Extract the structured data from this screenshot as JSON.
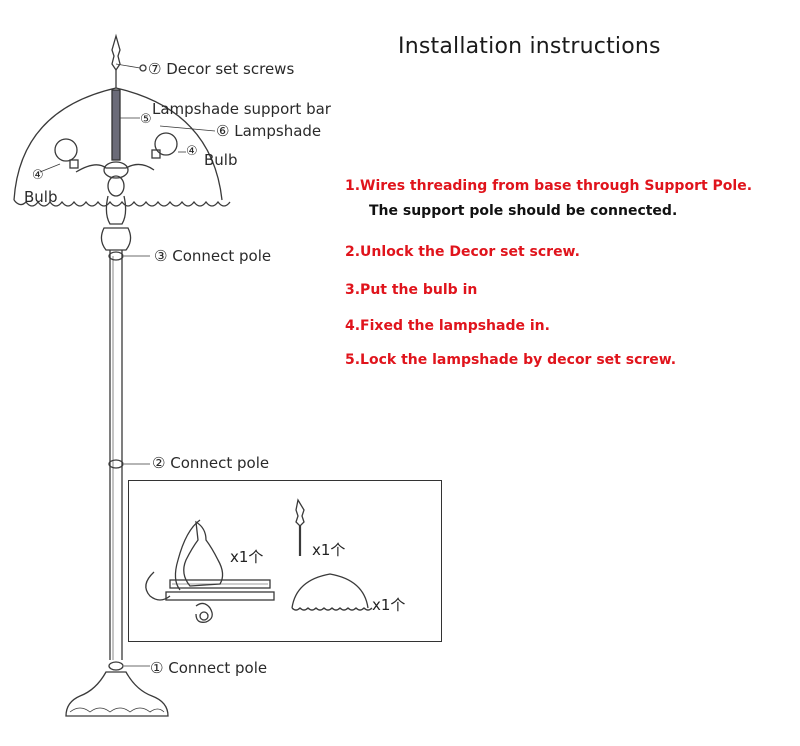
{
  "title": "Installation instructions",
  "labels": {
    "decor_set_screws": "⑦ Decor set screws",
    "lampshade_support_bar": "Lampshade support bar",
    "support_bar_num": "⑤",
    "lampshade": "⑥ Lampshade",
    "bulb_right_num": "④",
    "bulb_right": "Bulb",
    "bulb_left_num": "④",
    "bulb_left": "Bulb",
    "connect_pole_3": "③  Connect pole",
    "connect_pole_2": "② Connect pole",
    "connect_pole_1": "① Connect pole"
  },
  "steps": [
    {
      "text": "1.Wires threading from base through Support Pole."
    },
    {
      "text": "The support pole should be connected."
    },
    {
      "text": "2.Unlock the Decor set screw."
    },
    {
      "text": "3.Put the bulb in"
    },
    {
      "text": "4.Fixed the lampshade in."
    },
    {
      "text": "5.Lock the lampshade by decor set screw."
    }
  ],
  "parts": {
    "base_qty": "x1个",
    "screw_qty": "x1个",
    "shade_qty": "x1个"
  },
  "colors": {
    "step_red": "#e0141c",
    "line": "#333333"
  }
}
